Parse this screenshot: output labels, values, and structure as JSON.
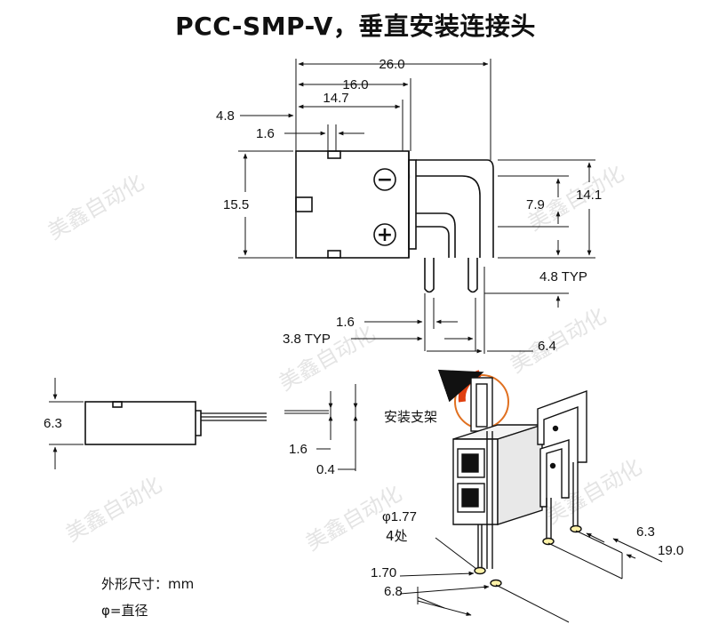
{
  "title": "PCC-SMP-V，垂直安装连接头",
  "dimensions_top": {
    "overall_width": "26.0",
    "width_16": "16.0",
    "width_14_7": "14.7",
    "width_4_8": "4.8",
    "width_1_6": "1.6",
    "height_15_5": "15.5",
    "height_7_9": "7.9",
    "height_14_1": "14.1",
    "pin_length": "4.8 TYP",
    "pin_width": "1.6",
    "pin_pitch": "3.8 TYP",
    "pin_offset": "6.4"
  },
  "dimensions_side": {
    "height": "6.3",
    "lead_thickness": "1.6",
    "lead_gap": "0.4"
  },
  "iso_view": {
    "bracket_label": "安装支架",
    "hole_dia": "φ1.77",
    "hole_count": "4处",
    "d_6_3": "6.3",
    "d_19_0": "19.0",
    "d_1_70": "1.70",
    "d_6_8": "6.8"
  },
  "notes": {
    "units": "外形尺寸：mm",
    "phi": "φ=直径"
  },
  "watermark": "美鑫自动化",
  "symbols": {
    "minus": "−",
    "plus": "+"
  }
}
